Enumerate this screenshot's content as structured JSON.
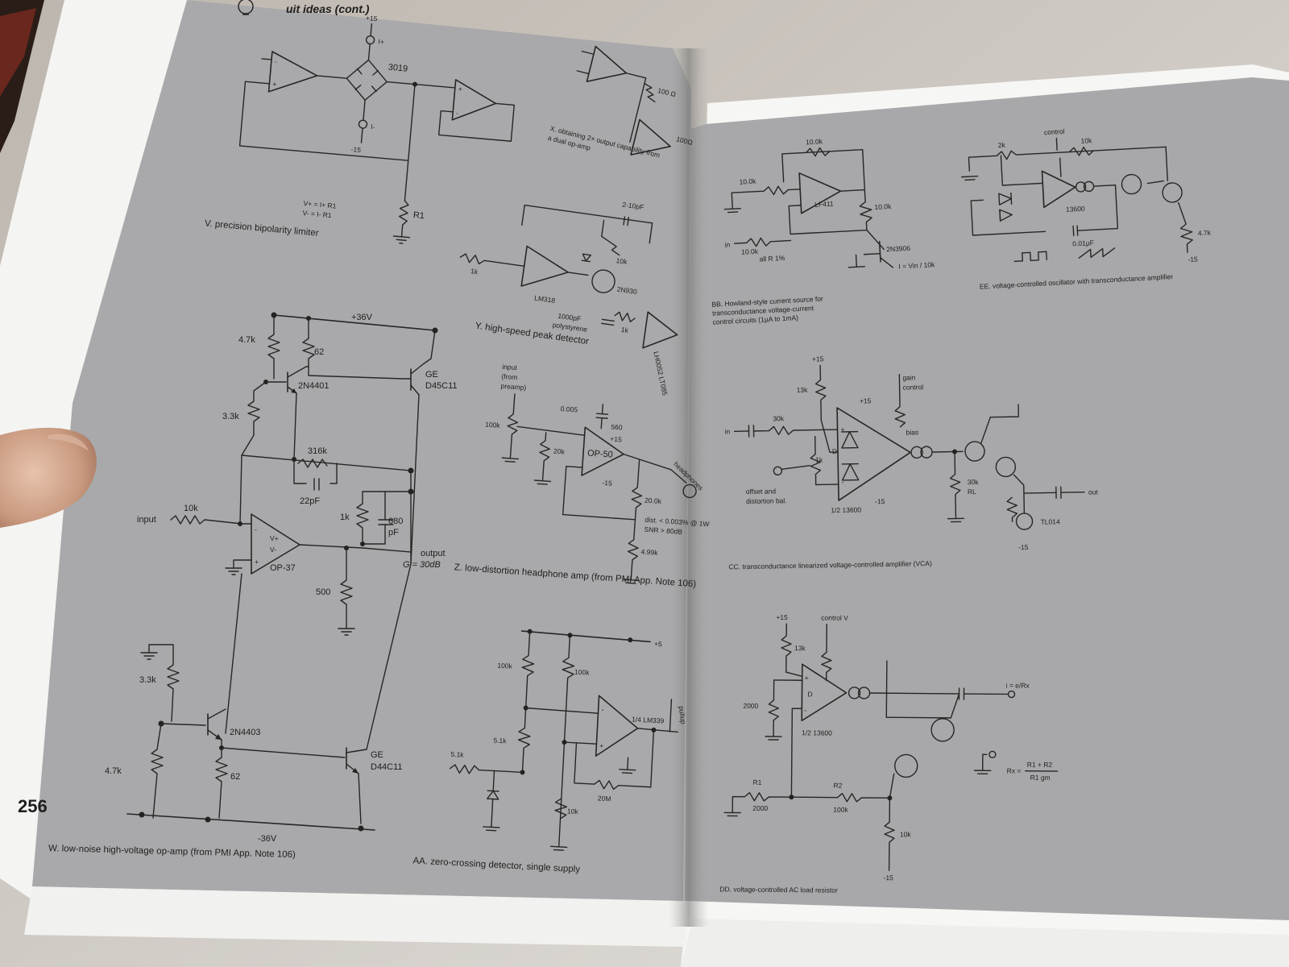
{
  "left_page": {
    "page_number": "256",
    "running_head": "uit ideas (cont.)",
    "schematics": {
      "V": {
        "caption": "V. precision bipolarity limiter",
        "supply_pos": "+15",
        "supply_neg": "-15",
        "i_plus": "I+",
        "i_minus": "I-",
        "bridge": "3019",
        "r1": "R1",
        "eq1": "V+ = I+ R1",
        "eq2": "V- = I- R1"
      },
      "X": {
        "caption_line1": "X. obtaining 2× output capability from",
        "caption_line2": "a dual op-amp",
        "r1": "100 Ω",
        "r2": "100Ω"
      },
      "Y": {
        "caption": "Y. high-speed peak detector",
        "cap_adj": "2-10pF",
        "r_10k": "10k",
        "r_1k_in": "1k",
        "r_1k_out": "1k",
        "opamp": "LM318",
        "transistor": "2N930",
        "cap1": "1000pF",
        "cap2": "polystyrene",
        "out_amp": "LH0052 LT085"
      },
      "W": {
        "caption": "W. low-noise high-voltage op-amp (from PMI App. Note 106)",
        "v_pos": "+36V",
        "v_neg": "-36V",
        "r_47k_top": "4.7k",
        "r_62_top": "62",
        "q_top": "2N4401",
        "q_ge_top_1": "GE",
        "q_ge_top_2": "D45C11",
        "r_33k_top": "3.3k",
        "r_316k": "316k",
        "c_22p": "22pF",
        "r_1k": "1k",
        "c_680_1": "680",
        "c_680_2": "pF",
        "input": "input",
        "r_10k": "10k",
        "v_plus": "V+",
        "v_minus": "V-",
        "opamp": "OP-37",
        "output": "output",
        "gain": "G = 30dB",
        "r_500": "500",
        "r_33k_bot": "3.3k",
        "q_bot": "2N4403",
        "r_47k_bot": "4.7k",
        "r_62_bot": "62",
        "q_ge_bot_1": "GE",
        "q_ge_bot_2": "D44C11"
      },
      "Z": {
        "caption": "Z. low-distortion headphone amp (from PMI App. Note 106)",
        "input_1": "input",
        "input_2": "(from",
        "input_3": "preamp)",
        "pot": "100k",
        "r_20k": "20k",
        "c_0005": "0.005",
        "r_560": "560",
        "v_pos": "+15",
        "v_neg": "-15",
        "opamp": "OP-50",
        "r_20k0": "20.0k",
        "r_499": "4.99k",
        "phones": "headphones",
        "dist_1": "dist. < 0.003% @ 1W",
        "dist_2": "SNR > 80dB"
      },
      "AA": {
        "caption": "AA. zero-crossing detector, single supply",
        "vcc": "+5",
        "r_100k_a": "100k",
        "r_100k_b": "100k",
        "r_51k_a": "5.1k",
        "r_51k_in": "5.1k",
        "comparator": "1/4 LM339",
        "pullup": "pullup",
        "r_20m": "20M",
        "r_10k": "10k"
      }
    }
  },
  "right_page": {
    "schematics": {
      "BB": {
        "caption_line1": "BB. Howland-style current source for",
        "caption_line2": "transconductance voltage-current",
        "caption_line3": "control circuits (1µA to 1mA)",
        "r_top": "10.0k",
        "r_left": "10.0k",
        "r_right": "10.0k",
        "r_in": "10.0k",
        "opamp": "LF411",
        "in": "in",
        "all_r": "all R 1%",
        "transistor": "2N3906",
        "formula": "I = Vin / 10k"
      },
      "EE": {
        "caption": "EE. voltage-controlled oscillator with transconductance amplifier",
        "r_2k": "2k",
        "control": "control",
        "r_10k": "10k",
        "ota": "13600",
        "cap": "0.01µF",
        "r_47k": "4.7k",
        "v_neg": "-15"
      },
      "CC": {
        "caption": "CC. transconductance linearized voltage-controlled amplifier (VCA)",
        "v_pos": "+15",
        "v_pos2": "+15",
        "r_13k": "13k",
        "gain_1": "gain",
        "gain_2": "control",
        "in": "in",
        "r_30k": "30k",
        "bias": "bias",
        "d": "D",
        "r_1k": "1k",
        "offset_1": "offset and",
        "offset_2": "distortion bal.",
        "ota": "1/2 13600",
        "v_neg": "-15",
        "r_load": "30k",
        "r_load_sym": "RL",
        "out": "out",
        "tl": "TL014",
        "v_neg2": "-15"
      },
      "DD": {
        "caption": "DD. voltage-controlled AC load resistor",
        "v_pos": "+15",
        "control": "control V",
        "r_13k": "13k",
        "r_2000": "2000",
        "d": "D",
        "ota": "1/2 13600",
        "current": "i = e/Rx",
        "r1_sym": "R1",
        "r1_val": "2000",
        "r2_sym": "R2",
        "r2_val": "100k",
        "rx": "Rx =",
        "rx_num": "R1 + R2",
        "rx_den": "R1 gm",
        "r_10k": "10k",
        "v_neg": "-15"
      }
    }
  }
}
